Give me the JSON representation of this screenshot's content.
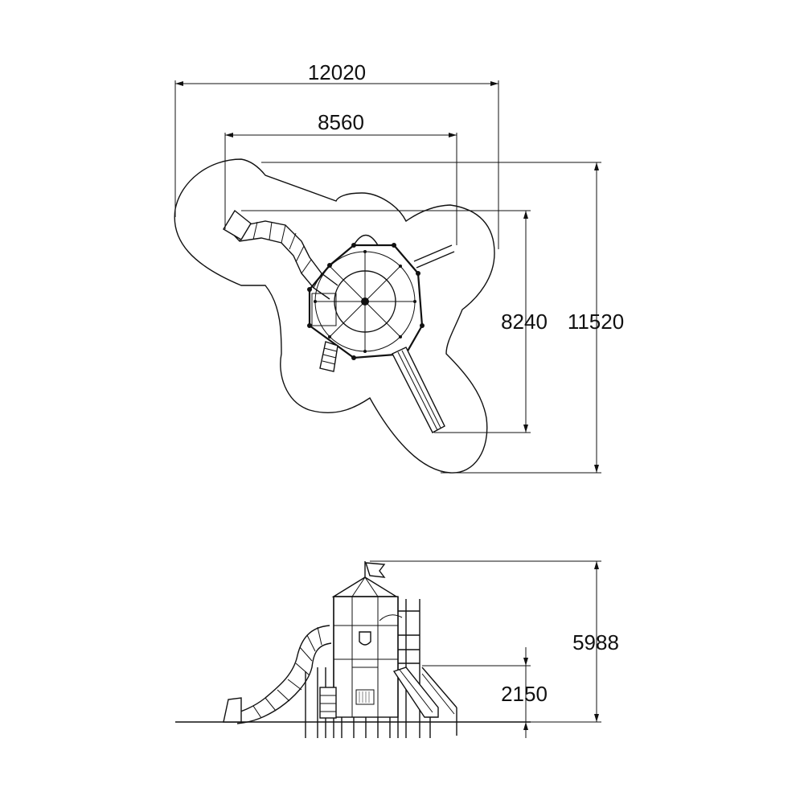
{
  "dimensions": {
    "plan_overall_width": "12020",
    "plan_structure_width": "8560",
    "plan_structure_depth": "8240",
    "plan_overall_depth": "11520",
    "elevation_total_height": "5988",
    "elevation_platform_height": "2150"
  },
  "colors": {
    "line": "#111111",
    "background": "#ffffff"
  },
  "views": [
    "plan-view",
    "elevation-view"
  ]
}
